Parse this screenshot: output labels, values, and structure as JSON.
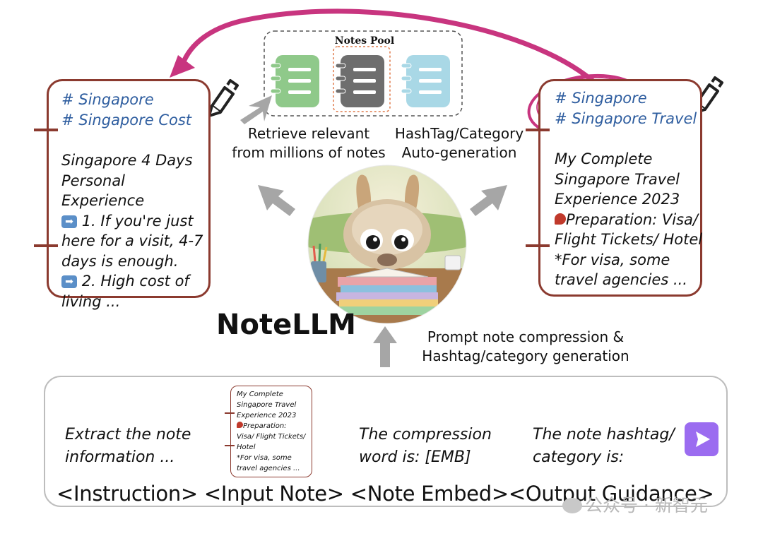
{
  "pool": {
    "title": "Notes Pool"
  },
  "left_note": {
    "tags": [
      "# Singapore",
      "# Singapore Cost"
    ],
    "body": [
      "Singapore 4 Days",
      "Personal Experience",
      "1. If you're just",
      "here for a visit, 4-7",
      "days is enough.",
      "2. High cost of",
      "living ..."
    ]
  },
  "right_note": {
    "tags": [
      "# Singapore",
      "# Singapore Travel"
    ],
    "body": [
      "My Complete",
      "Singapore Travel",
      "Experience 2023",
      "Preparation: Visa/",
      "Flight Tickets/ Hotel",
      "*For visa, some",
      "travel agencies ..."
    ]
  },
  "captions": {
    "retrieve": [
      "Retrieve relevant",
      "from millions of notes"
    ],
    "hashtag": [
      "HashTag/Category",
      "Auto-generation"
    ],
    "prompt": [
      "Prompt note compression &",
      "Hashtag/category generation"
    ]
  },
  "model": {
    "name": "NoteLLM"
  },
  "prompt": {
    "instruction_text": [
      "Extract the note",
      "information ..."
    ],
    "mini_note": [
      "My Complete",
      "Singapore Travel",
      "Experience 2023",
      "Preparation:",
      "Visa/ Flight Tickets/",
      "Hotel",
      "*For visa, some",
      "travel agencies ..."
    ],
    "embed_text": [
      "The compression",
      "word is: [EMB]"
    ],
    "output_text": [
      "The note hashtag/",
      "category is:"
    ],
    "labels": [
      "<Instruction>",
      "<Input Note>",
      "<Note Embed>",
      "<Output Guidance>"
    ]
  },
  "watermark": "公众号 · 新智元",
  "colors": {
    "card_border": "#8b3a2f",
    "hashtag": "#2e5d9f",
    "magenta_arrow": "#c8357f",
    "gray_arrow": "#a6a6a6",
    "green_notebook": "#8fc98a",
    "gray_notebook": "#6e6e6e",
    "blue_notebook": "#a9d8e6",
    "send_button": "#9b6cf0"
  }
}
